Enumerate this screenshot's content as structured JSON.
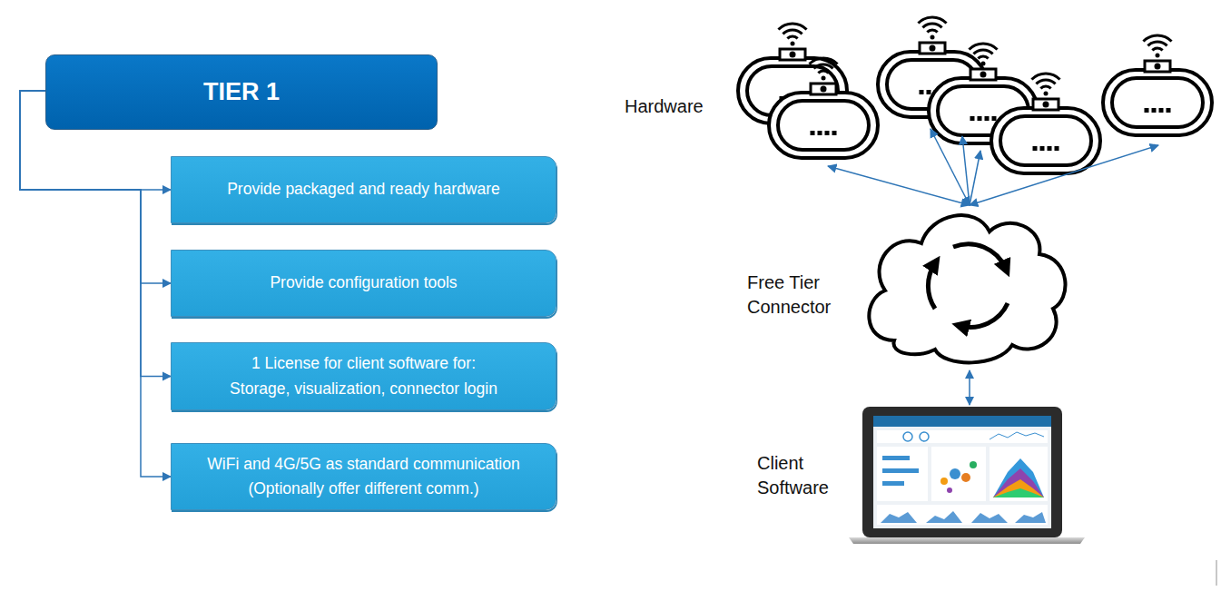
{
  "diagram": {
    "nodes": [
      {
        "text": [
          "TIER 1"
        ]
      },
      {
        "text": [
          "Provide packaged and ready hardware"
        ]
      },
      {
        "text": [
          "Provide configuration tools"
        ]
      },
      {
        "text": [
          "1 License for client software for:",
          "Storage, visualization, connector login"
        ]
      },
      {
        "text": [
          "WiFi and 4G/5G as standard communication",
          "(Optionally offer different comm.)"
        ]
      }
    ],
    "edges": [
      {
        "from": 0,
        "to": 1,
        "arrow": "to"
      },
      {
        "from": 0,
        "to": 2,
        "arrow": "to"
      },
      {
        "from": 0,
        "to": 3,
        "arrow": "to"
      },
      {
        "from": 0,
        "to": 4,
        "arrow": "to"
      }
    ],
    "labels": [
      "Hardware",
      "Free Tier Connector",
      "Client Software"
    ]
  }
}
